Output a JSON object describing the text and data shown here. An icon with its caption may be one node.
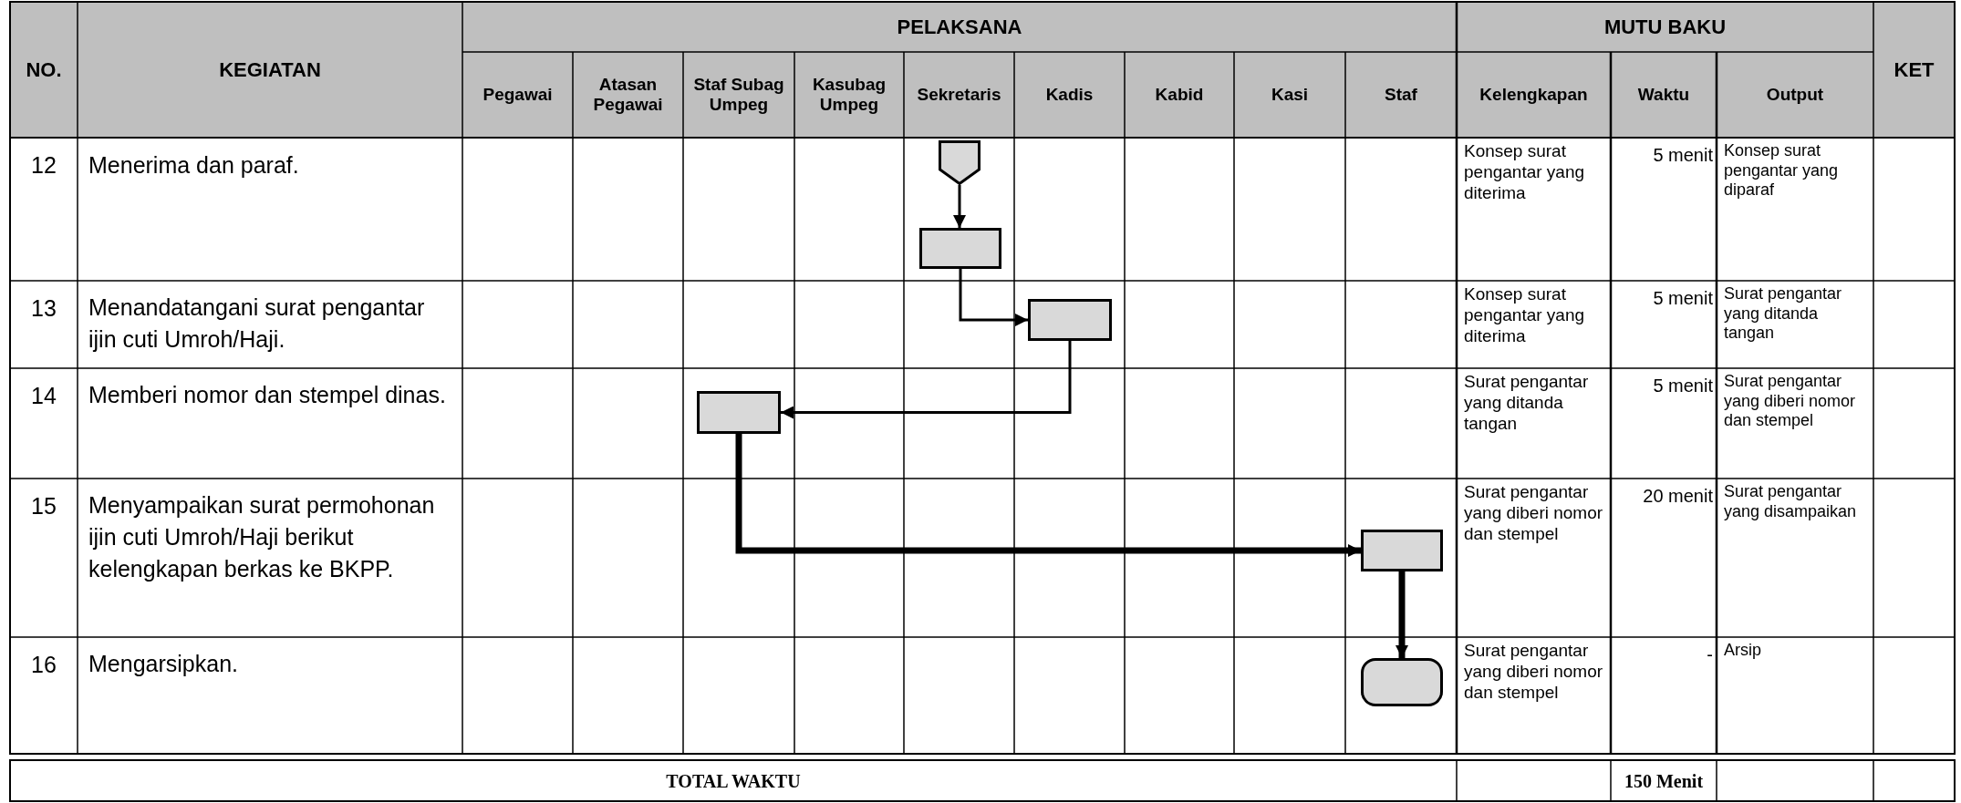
{
  "diagram": {
    "nodes": [
      {
        "text": [],
        "shape": "pentagon"
      },
      {
        "text": [],
        "shape": "box"
      },
      {
        "text": [],
        "shape": "box"
      },
      {
        "text": [],
        "shape": "box"
      },
      {
        "text": [],
        "shape": "box"
      },
      {
        "text": [],
        "shape": "terminator"
      }
    ],
    "edges": [
      {
        "from": 0,
        "to": 1,
        "arrow": "to"
      },
      {
        "from": 1,
        "to": 2,
        "arrow": "to"
      },
      {
        "from": 2,
        "to": 3,
        "arrow": "to"
      },
      {
        "from": 3,
        "to": 4,
        "arrow": "to",
        "style": "thick"
      },
      {
        "from": 4,
        "to": 5,
        "arrow": "to",
        "style": "thick"
      }
    ],
    "labels": [
      "NO.",
      "KEGIATAN",
      "PELAKSANA",
      "MUTU BAKU",
      "KET",
      "Pegawai",
      "Atasan Pegawai",
      "Staf Subag Umpeg",
      "Kasubag Umpeg",
      "Sekretaris",
      "Kadis",
      "Kabid",
      "Kasi",
      "Staf",
      "Kelengkapan",
      "Waktu",
      "Output",
      "12",
      "Menerima dan paraf.",
      "Konsep surat pengantar yang diterima",
      "5 menit",
      "Konsep surat pengantar yang diparaf",
      "13",
      "Menandatangani surat pengantar ijin cuti Umroh/Haji.",
      "Konsep surat pengantar yang diterima",
      "5 menit",
      "Surat pengantar yang ditanda tangan",
      "14",
      "Memberi nomor dan stempel dinas.",
      "Surat pengantar yang ditanda tangan",
      "5 menit",
      "Surat pengantar yang diberi nomor dan stempel",
      "15",
      "Menyampaikan surat permohonan ijin cuti Umroh/Haji berikut kelengkapan berkas ke BKPP.",
      "Surat pengantar yang diberi nomor dan stempel",
      "20 menit",
      "Surat pengantar yang disampaikan",
      "16",
      "Mengarsipkan.",
      "Surat pengantar yang diberi nomor dan stempel",
      "-",
      "Arsip",
      "TOTAL WAKTU",
      "150 Menit"
    ]
  }
}
